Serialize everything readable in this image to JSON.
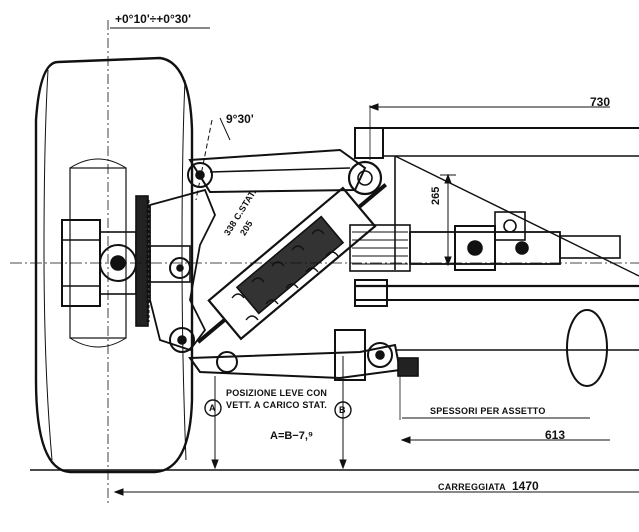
{
  "labels": {
    "camber_tolerance": "+0°10'÷+0°30'",
    "caster_angle": "9°30'",
    "dim_730": "730",
    "dim_265": "265",
    "spring_static": "338 C.STAT.",
    "spring_205": "205",
    "lever_position_1": "POSIZIONE LEVE CON",
    "lever_position_2": "VETT. A CARICO STAT.",
    "marker_a": "A",
    "marker_b": "B",
    "formula": "A=B−7,⁹",
    "shims": "SPESSORI PER ASSETTO",
    "dim_613": "613",
    "track_label": "CARREGGIATA",
    "track_value": "1470"
  }
}
